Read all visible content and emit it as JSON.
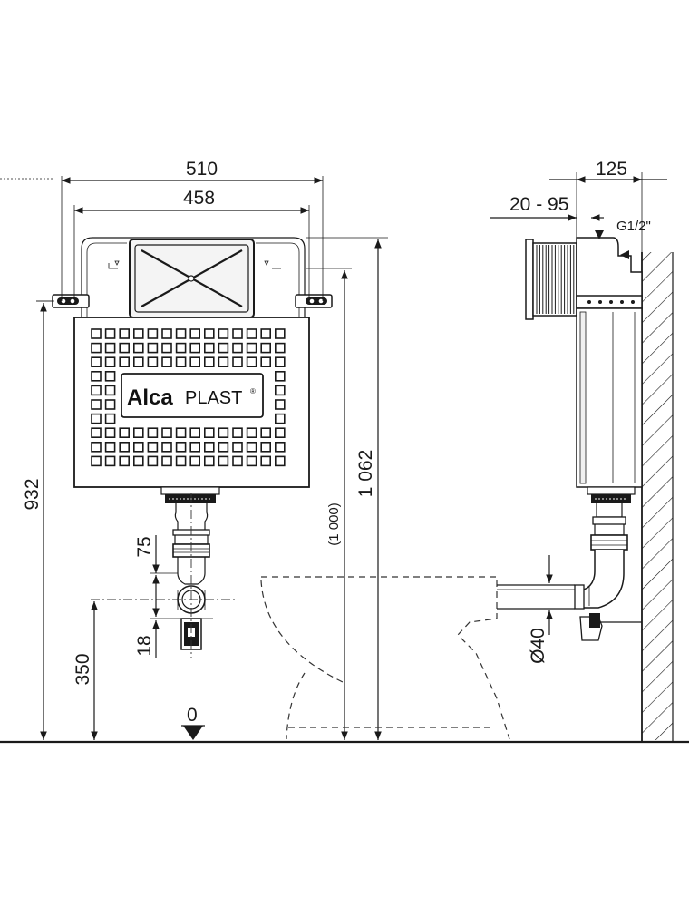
{
  "dimensions": {
    "width_outer": "510",
    "width_inner": "458",
    "height_932": "932",
    "height_1062": "1 062",
    "height_1000": "(1 000)",
    "offset_75": "75",
    "offset_18": "18",
    "height_350": "350",
    "zero_level": "0",
    "depth_125": "125",
    "range_20_95": "20 - 95",
    "thread_g12": "G1/2\"",
    "pipe_d40": "Ø40"
  },
  "logo": {
    "part1": "Alca",
    "part2": "PLAST",
    "reg": "®"
  },
  "colors": {
    "line": "#1a1a1a",
    "panel_fill": "#f2f2f2",
    "wall_hatch": "#1a1a1a"
  }
}
